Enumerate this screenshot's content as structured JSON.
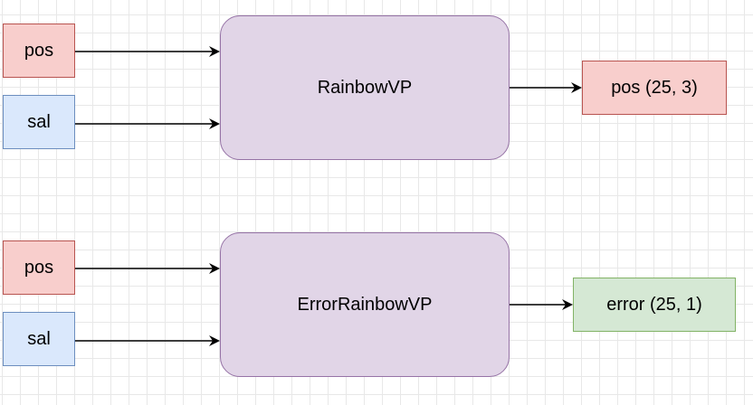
{
  "diagram": {
    "top": {
      "inputs": [
        {
          "label": "pos"
        },
        {
          "label": "sal"
        }
      ],
      "process": {
        "label": "RainbowVP"
      },
      "output": {
        "label": "pos (25, 3)"
      }
    },
    "bottom": {
      "inputs": [
        {
          "label": "pos"
        },
        {
          "label": "sal"
        }
      ],
      "process": {
        "label": "ErrorRainbowVP"
      },
      "output": {
        "label": "error (25, 1)"
      }
    }
  },
  "colors": {
    "input_pos_fill": "#f8cecc",
    "input_pos_stroke": "#b85450",
    "input_sal_fill": "#dae8fc",
    "input_sal_stroke": "#6c8ebf",
    "process_fill": "#e1d5e7",
    "process_stroke": "#9673a6",
    "output_error_fill": "#d5e8d4",
    "output_error_stroke": "#82b366"
  }
}
